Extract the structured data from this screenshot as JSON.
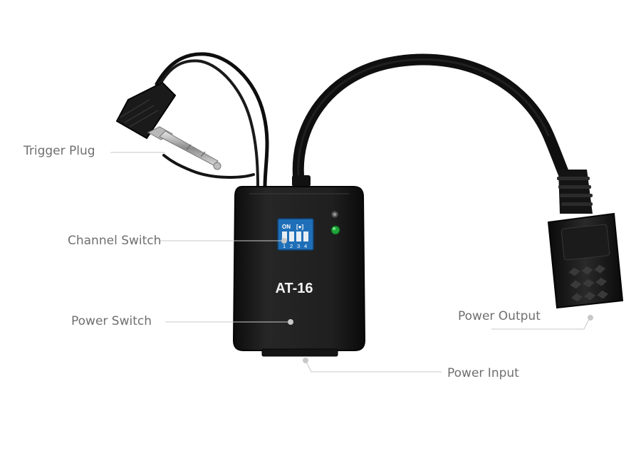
{
  "device": {
    "model": "AT-16",
    "dip_switch": {
      "on_text": "ON",
      "code_text": "[●]",
      "numbers": [
        "1",
        "2",
        "3",
        "4"
      ]
    }
  },
  "callouts": {
    "trigger_plug": "Trigger Plug",
    "channel_switch": "Channel Switch",
    "power_switch": "Power Switch",
    "power_output": "Power Output",
    "power_input": "Power Input"
  },
  "colors": {
    "body": "#1c1c1c",
    "dip_switch_blue": "#1f6fb8",
    "led_green": "#1fa53a",
    "callout_line": "#c8c8c8",
    "callout_text": "#6f6f6f"
  }
}
